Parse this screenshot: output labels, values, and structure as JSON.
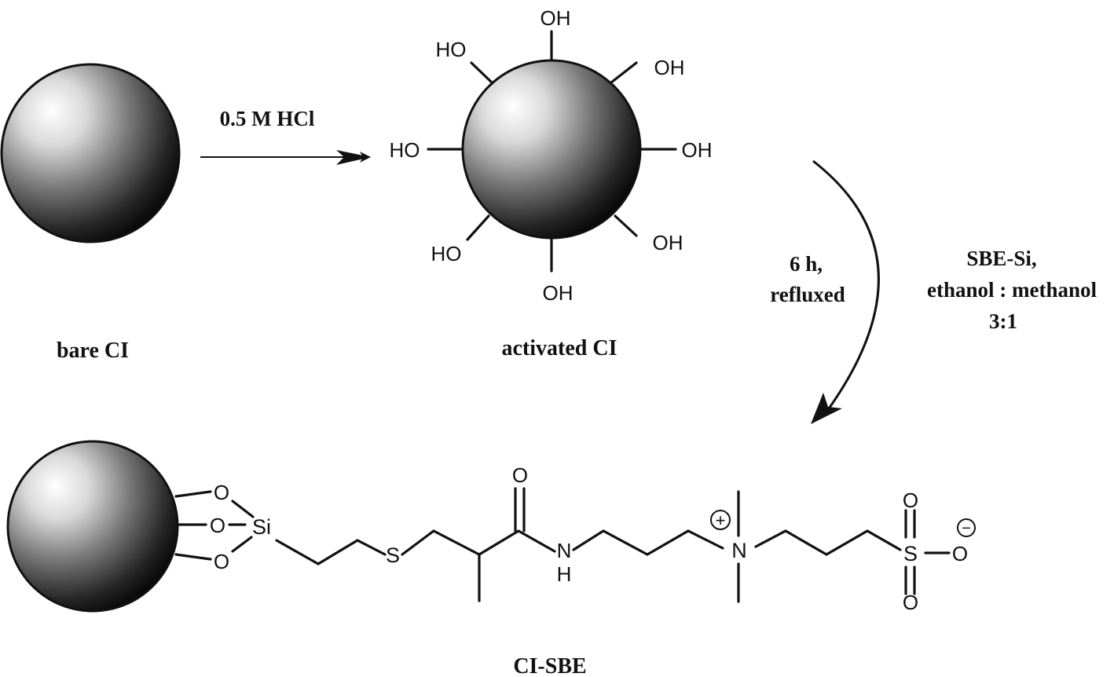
{
  "step1": {
    "reagent": "0.5 M HCl"
  },
  "labels": {
    "bare": "bare CI",
    "activated": "activated CI",
    "product": "CI-SBE"
  },
  "step2": {
    "conditions_line1": "6 h,",
    "conditions_line2": "refluxed",
    "reagent_line1": "SBE-Si,",
    "reagent_line2": "ethanol : methanol",
    "reagent_line3": "3:1"
  },
  "atoms": {
    "hydroxyl": "OH",
    "hydroxyl_left": "HO",
    "oxygen": "O",
    "silicon": "Si",
    "sulfur": "S",
    "nitrogen": "N",
    "hydrogen": "H",
    "plus": "+",
    "minus": "−"
  }
}
